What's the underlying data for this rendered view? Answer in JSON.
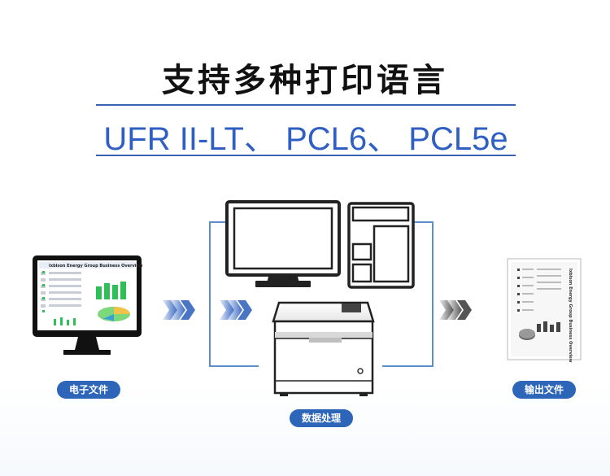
{
  "title": "支持多种打印语言",
  "subtitle": "UFR II-LT、 PCL6、 PCL5e",
  "labels": {
    "input": "电子文件",
    "process": "数据处理",
    "output": "输出文件"
  },
  "monitor_screen_title": "Ixbison Energy Group Business Overview",
  "paper_title": "Ixbison Energy Group Business Overview",
  "colors": {
    "accent": "#2d66b9",
    "title": "#111111",
    "subtitle": "#2f5fc2",
    "frame_line": "#5b8fc9",
    "arrow_blue": "#4a74c4"
  }
}
